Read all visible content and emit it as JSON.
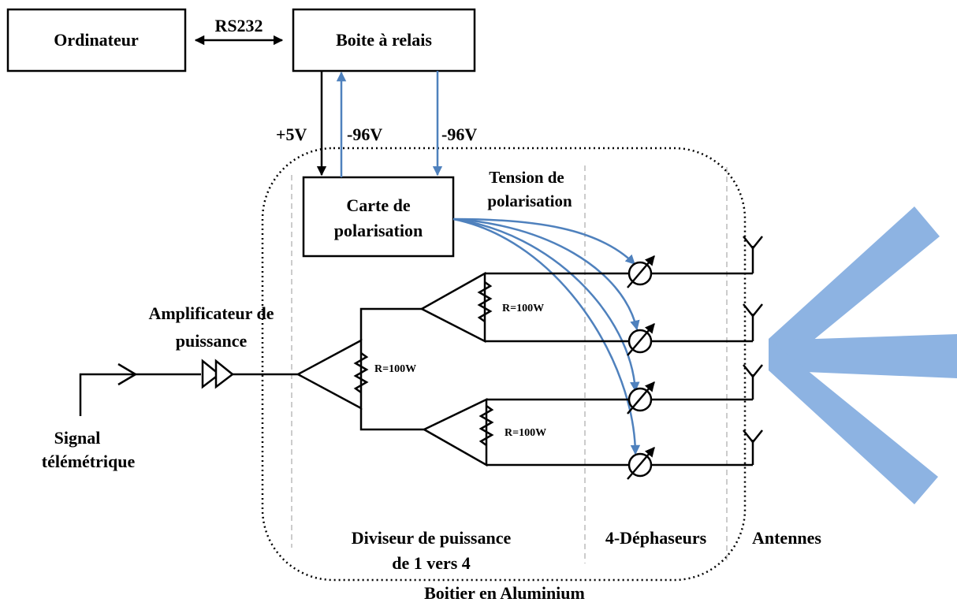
{
  "blocks": {
    "computer": "Ordinateur",
    "relay_box": "Boite à relais",
    "bias_card_line1": "Carte de",
    "bias_card_line2": "polarisation"
  },
  "links": {
    "serial": "RS232",
    "plus5v": "+5V",
    "minus96v_a": "-96V",
    "minus96v_b": "-96V"
  },
  "labels": {
    "bias_voltage_line1": "Tension de",
    "bias_voltage_line2": "polarisation",
    "amplifier_line1": "Amplificateur de",
    "amplifier_line2": "puissance",
    "signal_line1": "Signal",
    "signal_line2": "télémétrique",
    "resistor_1": "R=100W",
    "resistor_2": "R=100W",
    "resistor_3": "R=100W",
    "divider_line1": "Diviseur de puissance",
    "divider_line2": "de 1 vers 4",
    "phase_shifters": "4-Déphaseurs",
    "antennas": "Antennes",
    "enclosure": "Boitier en Aluminium"
  },
  "colors": {
    "bias_lines": "#4f81bd",
    "beam": "#8db3e2",
    "wires": "#000000"
  }
}
